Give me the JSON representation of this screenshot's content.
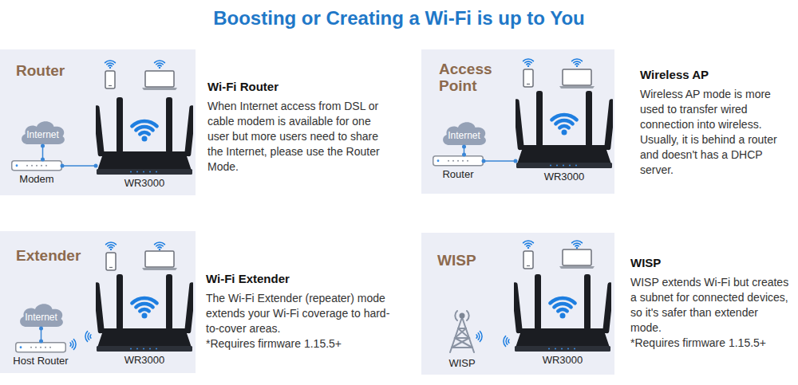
{
  "diagram": {
    "title": "Boosting or Creating a Wi-Fi is up to You",
    "nodes": [
      {
        "text": [
          "Router"
        ]
      },
      {
        "text": [
          "Internet"
        ],
        "in": 0
      },
      {
        "text": [
          "Modem"
        ],
        "in": 0
      },
      {
        "text": [
          "WR3000"
        ],
        "in": 0
      },
      {
        "text": [
          "Access Point"
        ]
      },
      {
        "text": [
          "Internet"
        ],
        "in": 4
      },
      {
        "text": [
          "Router"
        ],
        "in": 4
      },
      {
        "text": [
          "WR3000"
        ],
        "in": 4
      },
      {
        "text": [
          "Extender"
        ]
      },
      {
        "text": [
          "Internet"
        ],
        "in": 8
      },
      {
        "text": [
          "Host Router"
        ],
        "in": 8
      },
      {
        "text": [
          "WR3000"
        ],
        "in": 8
      },
      {
        "text": [
          "WISP"
        ]
      },
      {
        "text": [
          "WISP"
        ],
        "in": 12
      },
      {
        "text": [
          "WR3000"
        ],
        "in": 12
      }
    ],
    "edges": [
      {
        "from": 1,
        "to": 2,
        "arrow": "none"
      },
      {
        "from": 2,
        "to": 3,
        "arrow": "none"
      },
      {
        "from": 5,
        "to": 6,
        "arrow": "none"
      },
      {
        "from": 6,
        "to": 7,
        "arrow": "none"
      },
      {
        "from": 9,
        "to": 10,
        "arrow": "none"
      }
    ],
    "labels": [
      "Wi-Fi Router",
      "When Internet access from DSL or cable modem is available for one user but more users need to share the Internet, please use the Router Mode.",
      "Wireless AP",
      "Wireless AP mode is more used to transfer wired connection into wireless. Usually, it is behind a router and doesn't has a DHCP server.",
      "Wi-Fi Extender",
      "The Wi-Fi Extender (repeater) mode extends your Wi-Fi coverage to hard-to-cover areas.",
      "*Requires firmware 1.15.5+",
      "WISP",
      "WISP extends Wi-Fi but creates a subnet for connected devices, so it's safer than extender mode.",
      "*Requires firmware 1.15.5+"
    ]
  }
}
